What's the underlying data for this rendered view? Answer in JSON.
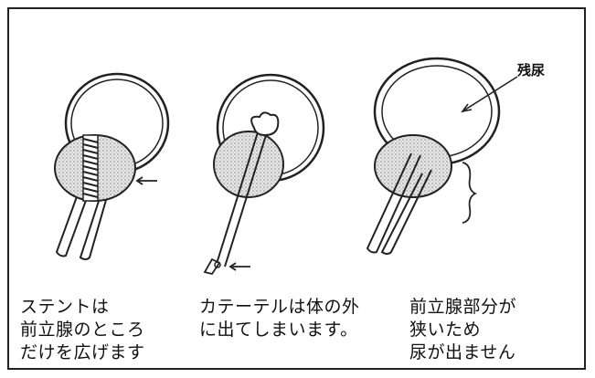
{
  "panels": [
    {
      "id": "stent",
      "caption_lines": [
        "ステントは",
        "前立腺のところ",
        "だけを広げます"
      ]
    },
    {
      "id": "catheter",
      "caption_lines": [
        "カテーテルは体の外",
        "に出てしまいます。"
      ]
    },
    {
      "id": "narrow",
      "caption_lines": [
        "前立腺部分が",
        "狭いため",
        "尿が出ません"
      ],
      "label": "残尿"
    }
  ],
  "colors": {
    "line": "#222222",
    "stipple": "#d9d9d9",
    "paper": "#ffffff"
  }
}
